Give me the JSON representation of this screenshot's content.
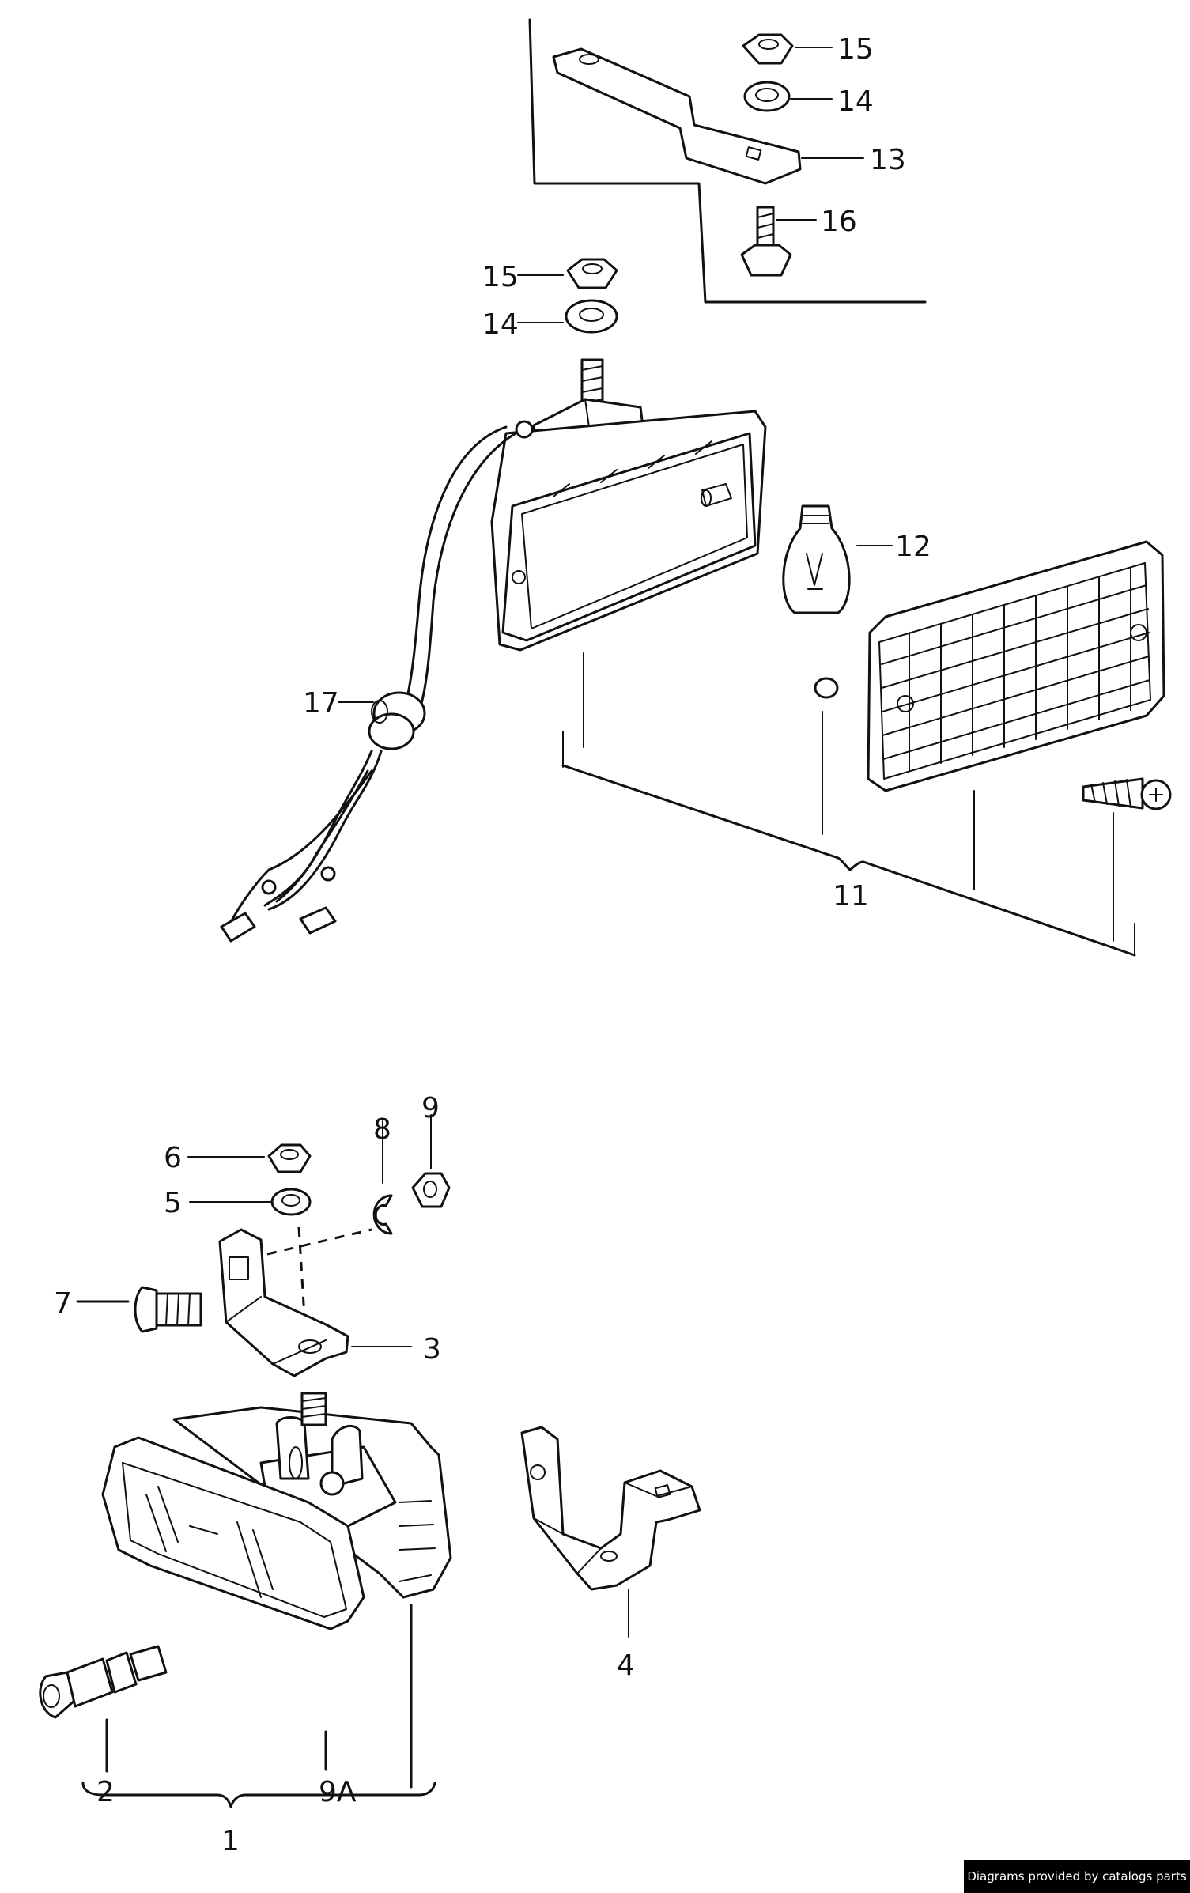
{
  "callouts": {
    "c1": "1",
    "c2": "2",
    "c3": "3",
    "c4": "4",
    "c5": "5",
    "c6": "6",
    "c7": "7",
    "c8": "8",
    "c9": "9",
    "c9a": "9A",
    "c11": "11",
    "c12": "12",
    "c13": "13",
    "c14_top": "14",
    "c15_top": "15",
    "c14_mid": "14",
    "c15_mid": "15",
    "c16": "16",
    "c17": "17"
  },
  "footer": {
    "credit": "Diagrams provided by catalogs parts"
  }
}
